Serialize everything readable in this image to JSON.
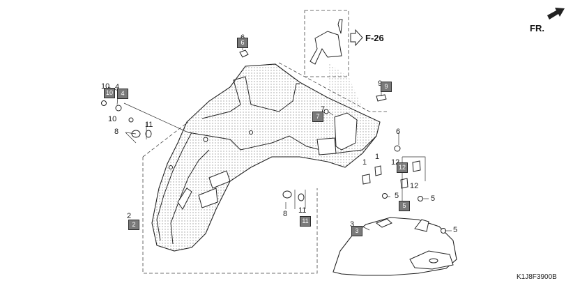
{
  "diagram": {
    "code": "K1J8F3900B",
    "front_label": "FR.",
    "ref_label": "F-26",
    "callouts": {
      "n1a": "1",
      "n1b": "1",
      "n2": "2",
      "n3": "3",
      "n4": "4",
      "n5a": "5",
      "n5b": "5",
      "n5c": "5",
      "n6a": "6",
      "n6b": "6",
      "n7": "7",
      "n8a": "8",
      "n8b": "8",
      "n9": "9",
      "n10a": "10",
      "n10b": "10",
      "n11a": "11",
      "n11b": "11",
      "n12a": "12",
      "n12b": "12"
    },
    "boxes": {
      "b2": "2",
      "b3": "3",
      "b4": "4",
      "b5": "5",
      "b6": "6",
      "b7": "7",
      "b9": "9",
      "b10": "10",
      "b11": "11",
      "b12": "12"
    }
  }
}
